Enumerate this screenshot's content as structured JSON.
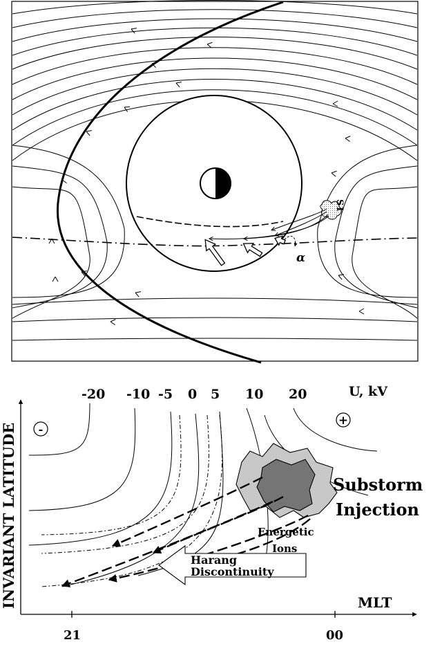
{
  "top_panel": {
    "source_label": "S1",
    "angle_label": "α"
  },
  "bottom_panel": {
    "potential_labels": [
      "-20",
      "-10",
      "-5",
      "0",
      "5",
      "10",
      "20"
    ],
    "potential_unit": "U, kV",
    "minus_sign": "-",
    "plus_sign": "+",
    "y_axis_label": "INVARIANT LATITUDE",
    "x_axis_label": "MLT",
    "x_ticks": [
      "21",
      "00"
    ],
    "injection_label_line1": "Substorm",
    "injection_label_line2": "Injection",
    "ions_label_line1": "Energetic",
    "ions_label_line2": "Ions",
    "harang_line1": "Harang",
    "harang_line2": "Discontinuity"
  }
}
